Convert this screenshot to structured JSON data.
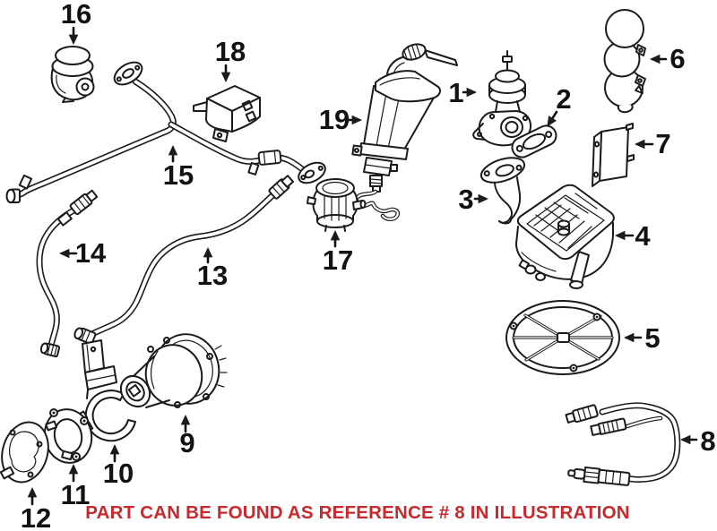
{
  "diagram": {
    "type": "auto-parts-illustration",
    "background": "#ffffff",
    "line_color": "#1b1b1b",
    "label_color": "#121212",
    "caption": "PART CAN BE FOUND AS REFERENCE # 8 IN ILLUSTRATION",
    "caption_color": "#C9282D",
    "callouts": [
      {
        "ref": "1",
        "arrow": "right"
      },
      {
        "ref": "2",
        "arrow": "down-left"
      },
      {
        "ref": "3",
        "arrow": "right"
      },
      {
        "ref": "4",
        "arrow": "left"
      },
      {
        "ref": "5",
        "arrow": "left"
      },
      {
        "ref": "6",
        "arrow": "left"
      },
      {
        "ref": "7",
        "arrow": "left"
      },
      {
        "ref": "8",
        "arrow": "left"
      },
      {
        "ref": "9",
        "arrow": "up"
      },
      {
        "ref": "10",
        "arrow": "up"
      },
      {
        "ref": "11",
        "arrow": "up"
      },
      {
        "ref": "12",
        "arrow": "up"
      },
      {
        "ref": "13",
        "arrow": "up"
      },
      {
        "ref": "14",
        "arrow": "left"
      },
      {
        "ref": "15",
        "arrow": "up"
      },
      {
        "ref": "16",
        "arrow": "down"
      },
      {
        "ref": "17",
        "arrow": "up"
      },
      {
        "ref": "18",
        "arrow": "down"
      },
      {
        "ref": "19",
        "arrow": "right"
      }
    ]
  }
}
